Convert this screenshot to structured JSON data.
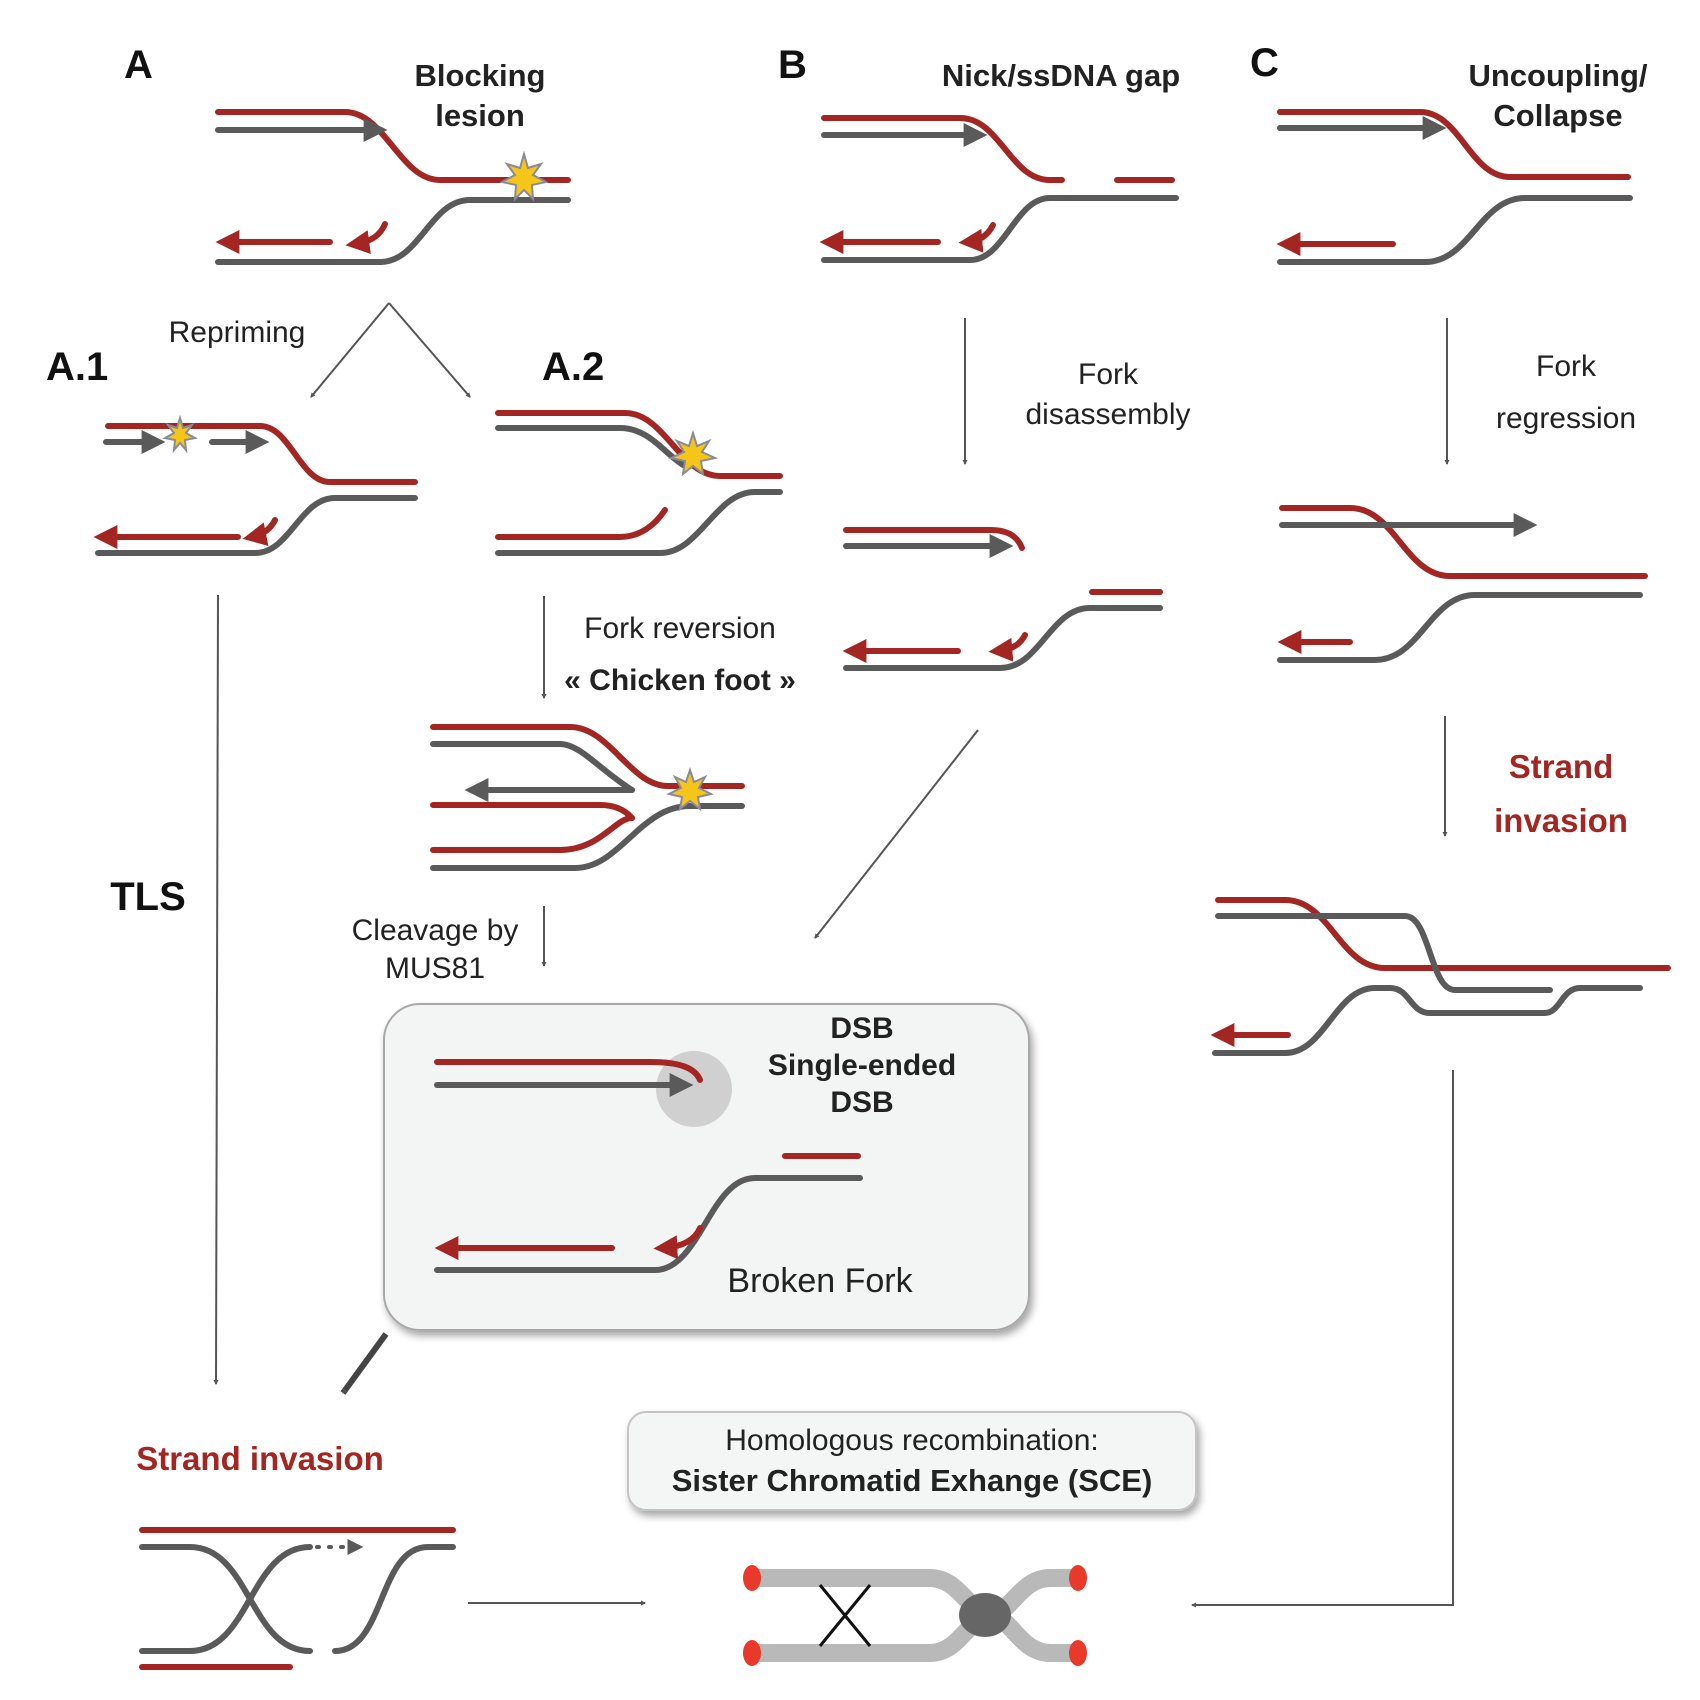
{
  "panels": {
    "a": "A",
    "a1": "A.1",
    "a2": "A.2",
    "b": "B",
    "c": "C"
  },
  "titles": {
    "a_line1": "Blocking",
    "a_line2": "lesion",
    "b": "Nick/ssDNA gap",
    "c_line1": "Uncoupling/",
    "c_line2": "Collapse"
  },
  "steps": {
    "repriming": "Repriming",
    "fork_disassembly_1": "Fork",
    "fork_disassembly_2": "disassembly",
    "fork_regression_1": "Fork",
    "fork_regression_2": "regression",
    "fork_reversion": "Fork reversion",
    "chicken_foot": "« Chicken foot »",
    "cleavage_1": "Cleavage by",
    "cleavage_2": "MUS81",
    "tls": "TLS",
    "strand_invasion_c_1": "Strand",
    "strand_invasion_c_2": "invasion",
    "strand_invasion_main": "Strand invasion"
  },
  "dsb_box": {
    "line1": "DSB",
    "line2": "Single-ended",
    "line3": "DSB",
    "broken_fork": "Broken Fork"
  },
  "hr_box": {
    "line1": "Homologous recombination:",
    "line2": "Sister Chromatid Exhange (SCE)"
  },
  "colors": {
    "red_strand": "#a32622",
    "grey_strand": "#5a5a5a",
    "lesion": "#f5c518",
    "chromatid": "#b9b9b9",
    "telomere": "#e8392b",
    "centromere": "#666666"
  }
}
